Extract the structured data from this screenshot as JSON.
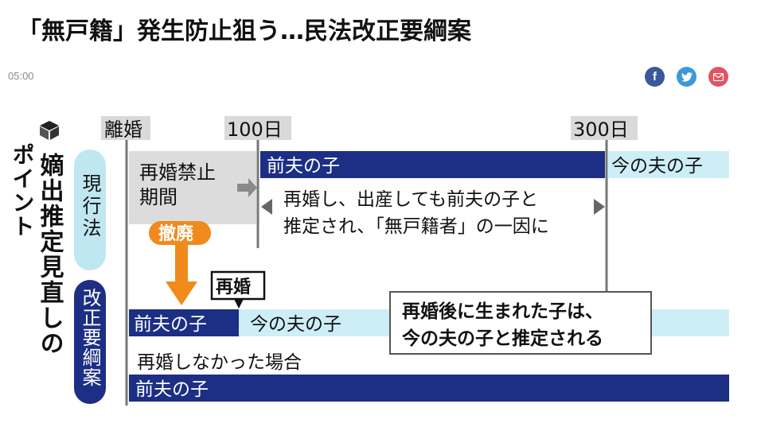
{
  "article": {
    "title": "「無戸籍」発生防止狙う…民法改正要綱案",
    "time": "05:00"
  },
  "share": {
    "facebook_icon": "facebook-icon",
    "twitter_icon": "twitter-icon",
    "mail_icon": "mail-icon"
  },
  "infographic": {
    "side_title_line1": "嫡出推定見直しの",
    "side_title_line2": "ポイント",
    "label_current": "現行法",
    "label_proposal": "改正要綱案",
    "timeline_divorce": "離婚",
    "timeline_100": "100日",
    "timeline_300": "300日",
    "prohibition_line1": "再婚禁止",
    "prohibition_line2": "期間",
    "bar_former_child": "前夫の子",
    "bar_current_child": "今の夫の子",
    "current_note_line1": "再婚し、出産しても前夫の子と",
    "current_note_line2": "推定され、「無戸籍者」の一因に",
    "abolish": "撤廃",
    "remarriage": "再婚",
    "proposal_former_child": "前夫の子",
    "proposal_current_child": "今の夫の子",
    "proposal_note_line1": "再婚後に生まれた子は、",
    "proposal_note_line2": "今の夫の子と推定される",
    "no_remarriage": "再婚しなかった場合",
    "no_remarriage_bar": "前夫の子"
  }
}
